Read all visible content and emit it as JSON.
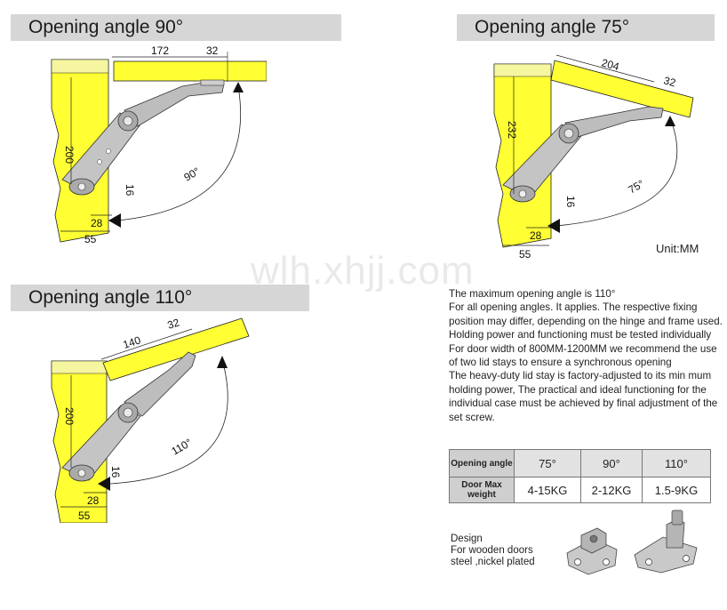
{
  "sections": [
    {
      "title": "Opening angle 90°",
      "dims": [
        "172",
        "32",
        "200",
        "16",
        "28",
        "55"
      ],
      "angle": "90°"
    },
    {
      "title": "Opening angle 75°",
      "dims": [
        "204",
        "32",
        "232",
        "16",
        "28",
        "55"
      ],
      "angle": "75°"
    },
    {
      "title": "Opening angle 110°",
      "dims": [
        "140",
        "32",
        "200",
        "16",
        "28",
        "55"
      ],
      "angle": "110°"
    }
  ],
  "watermark": "wlh.xhjj.com",
  "unit": "Unit:MM",
  "description": [
    "The maximum opening angle is 110°",
    "For all opening angles. It applies. The respective fixing position may differ, depending on the hinge and frame used. Holding power and functioning must be tested individually",
    "For door width of 800MM-1200MM we recommend the use of two lid stays to ensure a synchronous opening",
    "The heavy-duty lid stay is factory-adjusted to  its min mum holding power, The practical and ideal functioning for the individual case must be achieved by final adjustment of the set screw."
  ],
  "spec_table": {
    "header_row_label": "Opening angle",
    "angles": [
      "75°",
      "90°",
      "110°"
    ],
    "weight_row_label": "Door Max weight",
    "weights": [
      "4-15KG",
      "2-12KG",
      "1.5-9KG"
    ]
  },
  "design": [
    "Design",
    "For wooden doors",
    "steel ,nickel plated"
  ],
  "colors": {
    "wood": "#ffff33",
    "header_bg": "#d6d6d6",
    "metal": "#b9b9b9"
  }
}
